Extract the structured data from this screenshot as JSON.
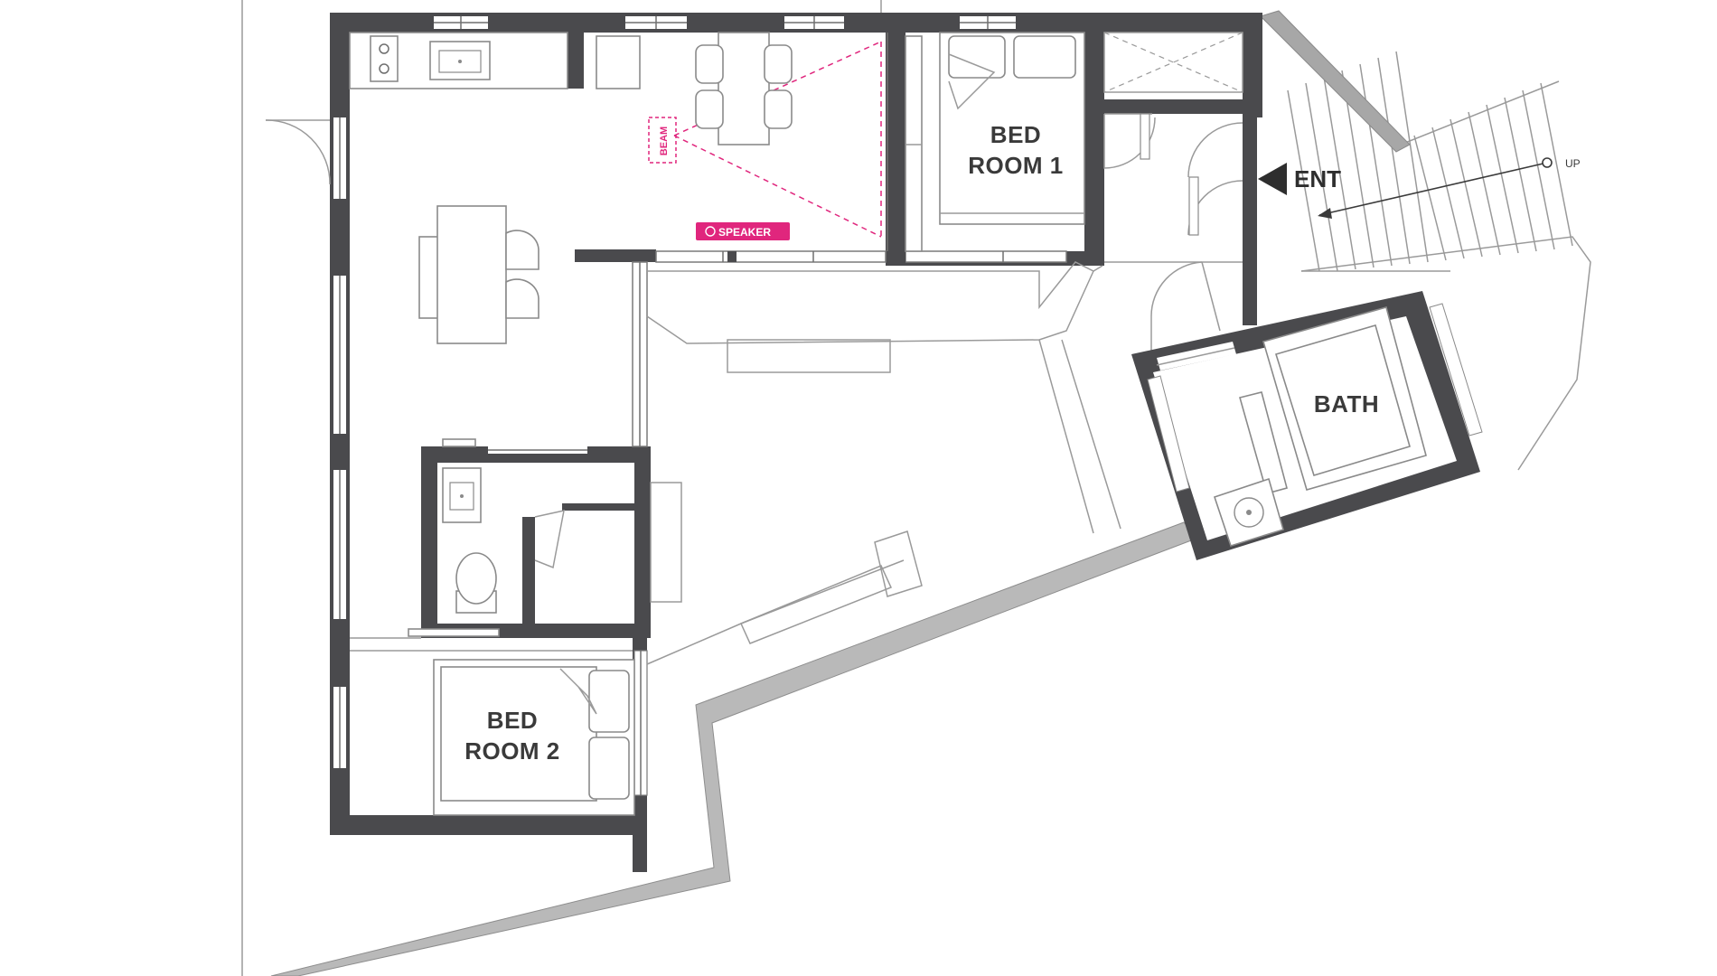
{
  "rooms": {
    "bedroom1": {
      "line1": "BED",
      "line2": "ROOM 1"
    },
    "bedroom2": {
      "line1": "BED",
      "line2": "ROOM 2"
    },
    "bath": {
      "label": "BATH"
    }
  },
  "entrance": {
    "label": "ENT"
  },
  "stairs": {
    "label": "UP"
  },
  "speaker": {
    "label": "SPEAKER"
  },
  "beam": {
    "label": "BEAM"
  },
  "colors": {
    "wall": "#4a4a4d",
    "accent": "#e0267d",
    "site_wall": "#b9b9b9",
    "line": "#9a9a9a"
  }
}
